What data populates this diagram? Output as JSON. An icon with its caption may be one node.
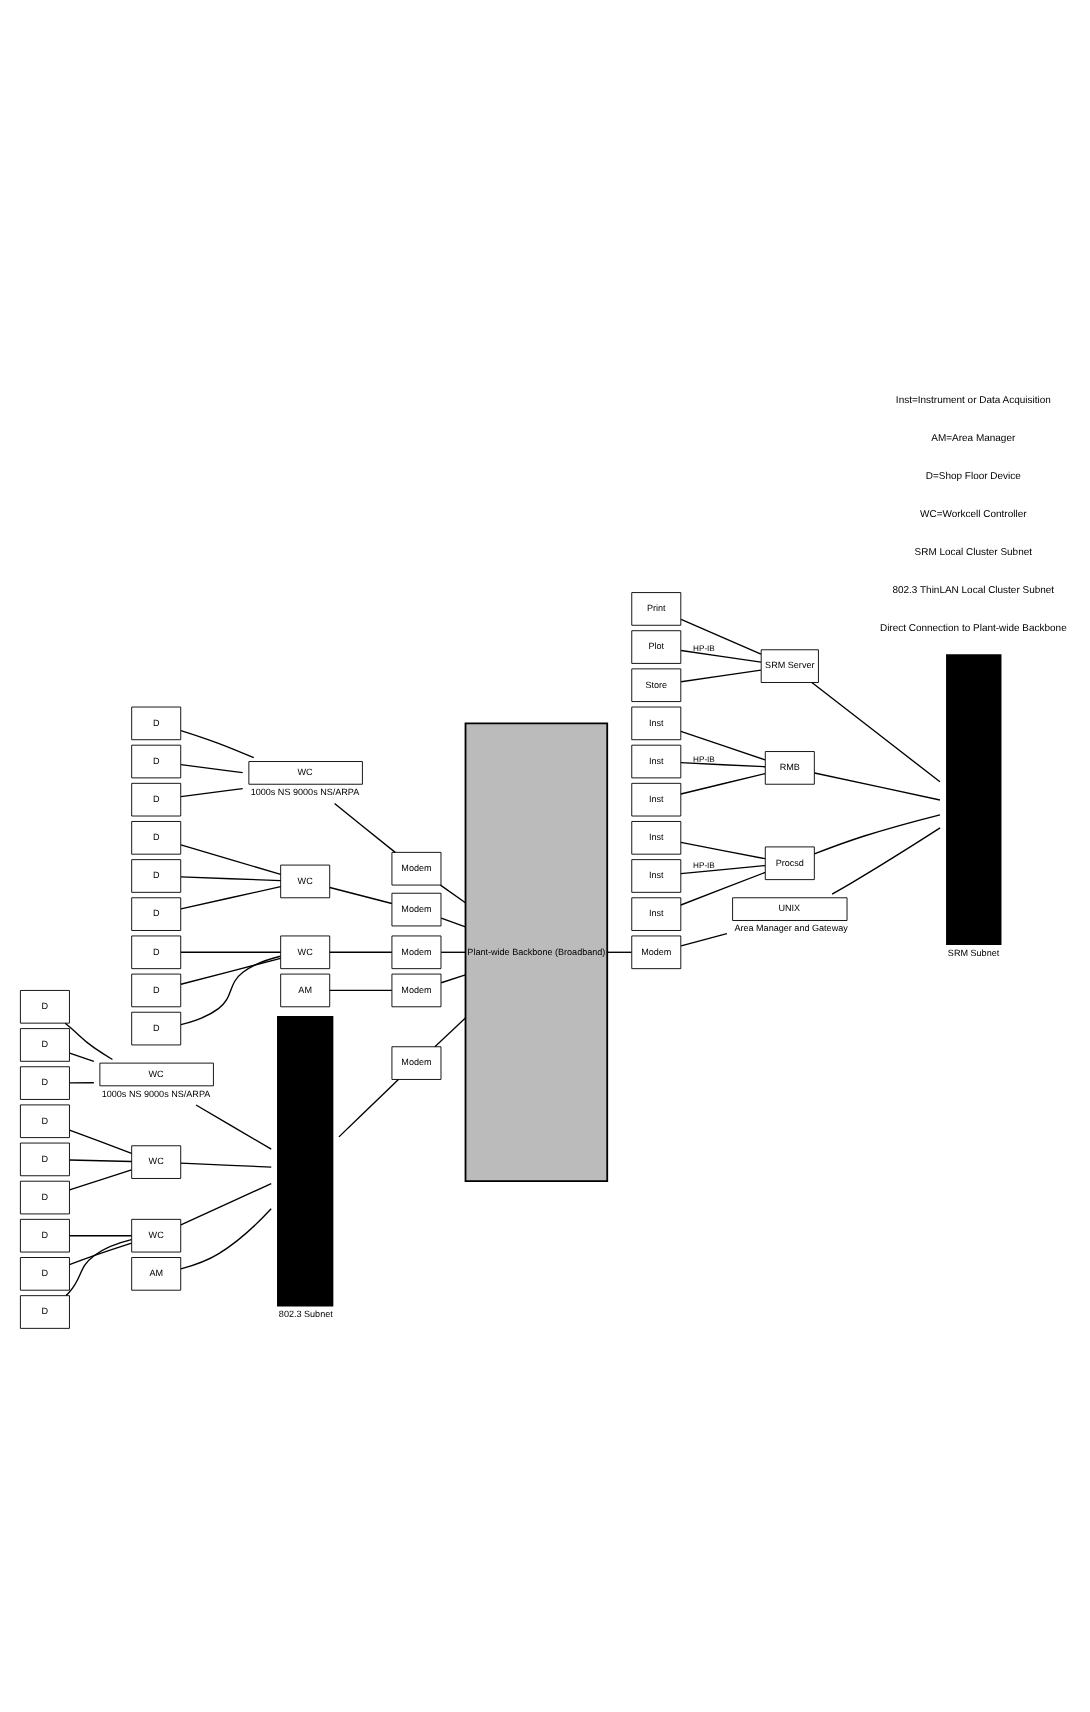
{
  "diagram": {
    "nodes": [
      {
        "text": [
          "Plant-wide Backbone (Broadband)"
        ]
      },
      {
        "text": [
          "Modem"
        ]
      },
      {
        "text": [
          "WC"
        ],
        "beside": [
          "1000s NS 9000s NS/ARPA"
        ]
      },
      {
        "text": [
          "D"
        ]
      },
      {
        "text": [
          "D"
        ]
      },
      {
        "text": [
          "D"
        ]
      },
      {
        "text": [
          "Modem"
        ]
      },
      {
        "text": [
          "WC"
        ]
      },
      {
        "text": [
          "D"
        ]
      },
      {
        "text": [
          "D"
        ]
      },
      {
        "text": [
          "D"
        ]
      },
      {
        "text": [
          "Modem"
        ]
      },
      {
        "text": [
          "WC"
        ]
      },
      {
        "text": [
          "D"
        ]
      },
      {
        "text": [
          "D"
        ]
      },
      {
        "text": [
          "D"
        ]
      },
      {
        "text": [
          "Modem"
        ]
      },
      {
        "text": [
          "AM"
        ]
      },
      {
        "text": [
          "Modem"
        ]
      },
      {
        "text": [],
        "shape": "bar",
        "beside": [
          "802.3 Subnet"
        ]
      },
      {
        "text": [
          "WC"
        ],
        "beside": [
          "1000s NS 9000s NS/ARPA"
        ]
      },
      {
        "text": [
          "D"
        ]
      },
      {
        "text": [
          "D"
        ]
      },
      {
        "text": [
          "D"
        ]
      },
      {
        "text": [
          "WC"
        ]
      },
      {
        "text": [
          "D"
        ]
      },
      {
        "text": [
          "D"
        ]
      },
      {
        "text": [
          "D"
        ]
      },
      {
        "text": [
          "WC"
        ]
      },
      {
        "text": [
          "D"
        ]
      },
      {
        "text": [
          "D"
        ]
      },
      {
        "text": [
          "D"
        ]
      },
      {
        "text": [
          "AM"
        ]
      },
      {
        "text": [],
        "shape": "bar",
        "beside": [
          "SRM Subnet"
        ]
      },
      {
        "text": [
          "SRM Server"
        ]
      },
      {
        "text": [
          "Print"
        ]
      },
      {
        "text": [
          "Plot"
        ]
      },
      {
        "text": [
          "Store"
        ]
      },
      {
        "text": [
          "RMB"
        ]
      },
      {
        "text": [
          "Inst"
        ]
      },
      {
        "text": [
          "Inst"
        ]
      },
      {
        "text": [
          "Inst"
        ]
      },
      {
        "text": [
          "Procsd"
        ]
      },
      {
        "text": [
          "Inst"
        ]
      },
      {
        "text": [
          "Inst"
        ]
      },
      {
        "text": [
          "Inst"
        ]
      },
      {
        "text": [
          "UNIX"
        ],
        "beside": [
          "Area Manager and Gateway"
        ]
      },
      {
        "text": [
          "Modem"
        ]
      }
    ],
    "edges": [
      {
        "from": 0,
        "to": 1,
        "arrow": "none"
      },
      {
        "from": 1,
        "to": 2,
        "arrow": "none"
      },
      {
        "from": 2,
        "to": 3,
        "arrow": "none"
      },
      {
        "from": 2,
        "to": 4,
        "arrow": "none"
      },
      {
        "from": 2,
        "to": 5,
        "arrow": "none"
      },
      {
        "from": 0,
        "to": 6,
        "arrow": "none"
      },
      {
        "from": 6,
        "to": 7,
        "arrow": "none"
      },
      {
        "from": 7,
        "to": 8,
        "arrow": "none"
      },
      {
        "from": 7,
        "to": 9,
        "arrow": "none"
      },
      {
        "from": 7,
        "to": 10,
        "arrow": "none"
      },
      {
        "from": 0,
        "to": 11,
        "arrow": "none"
      },
      {
        "from": 11,
        "to": 12,
        "arrow": "none"
      },
      {
        "from": 12,
        "to": 13,
        "arrow": "none"
      },
      {
        "from": 12,
        "to": 14,
        "arrow": "none"
      },
      {
        "from": 12,
        "to": 15,
        "arrow": "none"
      },
      {
        "from": 0,
        "to": 16,
        "arrow": "none"
      },
      {
        "from": 16,
        "to": 17,
        "arrow": "none"
      },
      {
        "from": 0,
        "to": 18,
        "arrow": "none"
      },
      {
        "from": 18,
        "to": 19,
        "arrow": "none"
      },
      {
        "from": 19,
        "to": 20,
        "arrow": "none"
      },
      {
        "from": 20,
        "to": 21,
        "arrow": "none"
      },
      {
        "from": 20,
        "to": 22,
        "arrow": "none"
      },
      {
        "from": 20,
        "to": 23,
        "arrow": "none"
      },
      {
        "from": 19,
        "to": 24,
        "arrow": "none"
      },
      {
        "from": 24,
        "to": 25,
        "arrow": "none"
      },
      {
        "from": 24,
        "to": 26,
        "arrow": "none"
      },
      {
        "from": 24,
        "to": 27,
        "arrow": "none"
      },
      {
        "from": 19,
        "to": 28,
        "arrow": "none"
      },
      {
        "from": 28,
        "to": 29,
        "arrow": "none"
      },
      {
        "from": 28,
        "to": 30,
        "arrow": "none"
      },
      {
        "from": 28,
        "to": 31,
        "arrow": "none"
      },
      {
        "from": 19,
        "to": 32,
        "arrow": "none"
      },
      {
        "from": 33,
        "to": 34,
        "arrow": "none"
      },
      {
        "from": 34,
        "to": 35,
        "arrow": "none"
      },
      {
        "from": 34,
        "to": 36,
        "arrow": "none",
        "label": "HP-IB"
      },
      {
        "from": 34,
        "to": 37,
        "arrow": "none"
      },
      {
        "from": 33,
        "to": 38,
        "arrow": "none"
      },
      {
        "from": 38,
        "to": 39,
        "arrow": "none"
      },
      {
        "from": 38,
        "to": 40,
        "arrow": "none",
        "label": "HP-IB"
      },
      {
        "from": 38,
        "to": 41,
        "arrow": "none"
      },
      {
        "from": 33,
        "to": 42,
        "arrow": "none"
      },
      {
        "from": 42,
        "to": 43,
        "arrow": "none"
      },
      {
        "from": 42,
        "to": 44,
        "arrow": "none",
        "label": "HP-IB"
      },
      {
        "from": 42,
        "to": 45,
        "arrow": "none"
      },
      {
        "from": 33,
        "to": 46,
        "arrow": "none"
      },
      {
        "from": 46,
        "to": 47,
        "arrow": "none"
      },
      {
        "from": 47,
        "to": 0,
        "arrow": "none"
      }
    ],
    "labels": [
      "Direct Connection to Plant-wide Backbone",
      "802.3 ThinLAN Local Cluster Subnet",
      "SRM Local Cluster Subnet",
      "WC=Workcell Controller",
      "D=Shop Floor Device",
      "AM=Area Manager",
      "Inst=Instrument or Data Acquisition"
    ]
  }
}
